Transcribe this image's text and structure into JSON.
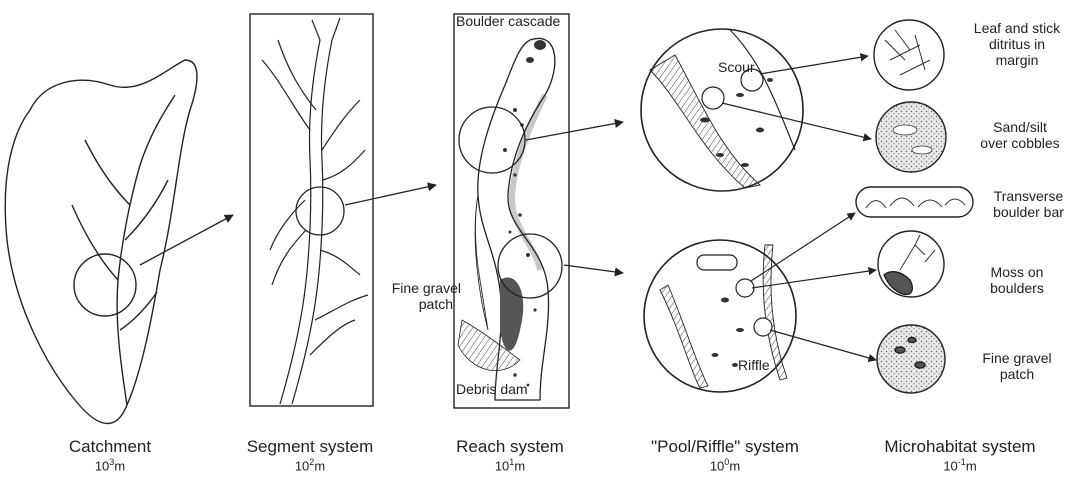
{
  "stages": [
    {
      "name": "Catchment",
      "scale_base": "10",
      "scale_exp": "3",
      "scale_unit": "m"
    },
    {
      "name": "Segment system",
      "scale_base": "10",
      "scale_exp": "2",
      "scale_unit": "m"
    },
    {
      "name": "Reach system",
      "scale_base": "10",
      "scale_exp": "1",
      "scale_unit": "m"
    },
    {
      "name": "\"Pool/Riffle\" system",
      "scale_base": "10",
      "scale_exp": "0",
      "scale_unit": "m"
    },
    {
      "name": "Microhabitat system",
      "scale_base": "10",
      "scale_exp": "-1",
      "scale_unit": "m"
    }
  ],
  "reach_labels": {
    "boulder_cascade": "Boulder cascade",
    "fine_gravel_patch_1": "Fine gravel",
    "fine_gravel_patch_2": "patch",
    "debris_dam": "Debris dam"
  },
  "pool_labels": {
    "scour": "Scour",
    "riffle": "Riffle"
  },
  "microhabitats": [
    {
      "line1": "Leaf and stick",
      "line2": "ditritus in",
      "line3": "margin"
    },
    {
      "line1": "Sand/silt",
      "line2": "over cobbles"
    },
    {
      "line1": "Transverse",
      "line2": "boulder bar"
    },
    {
      "line1": "Moss on",
      "line2": "boulders"
    },
    {
      "line1": "Fine gravel",
      "line2": "patch"
    }
  ],
  "colors": {
    "line": "#222222",
    "dark_fill": "#555555",
    "light_fill": "#bdbdbd"
  }
}
